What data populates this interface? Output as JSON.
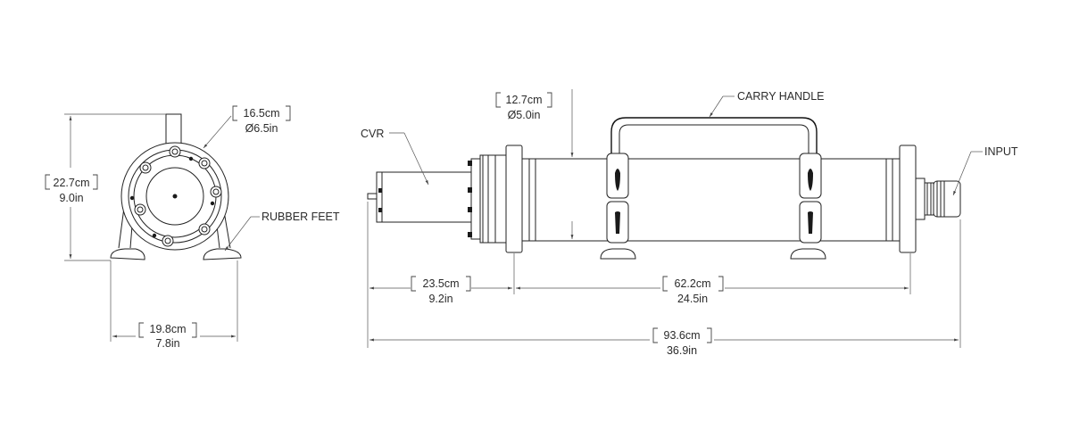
{
  "front_view": {
    "height_metric": "22.7cm",
    "height_imperial": "9.0in",
    "diameter_metric": "16.5cm",
    "diameter_imperial": "Ø6.5in",
    "width_metric": "19.8cm",
    "width_imperial": "7.8in",
    "rubber_feet_label": "RUBBER FEET"
  },
  "side_view": {
    "body_diameter_metric": "12.7cm",
    "body_diameter_imperial": "Ø5.0in",
    "carry_handle_label": "CARRY HANDLE",
    "cvr_label": "CVR",
    "input_label": "INPUT",
    "cvr_length_metric": "23.5cm",
    "cvr_length_imperial": "9.2in",
    "body_length_metric": "62.2cm",
    "body_length_imperial": "24.5in",
    "overall_length_metric": "93.6cm",
    "overall_length_imperial": "36.9in"
  }
}
